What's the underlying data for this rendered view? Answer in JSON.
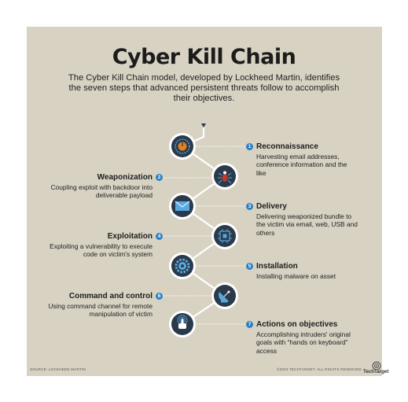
{
  "title": "Cyber Kill Chain",
  "subtitle": "The Cyber Kill Chain model, developed by Lockheed Martin, identifies the seven steps that advanced persistent threats follow to accomplish their objectives.",
  "colors": {
    "panel": "#d8d2c3",
    "badge": "#2a80c8",
    "node_outer": "#ffffff",
    "node_inner": "#2a3a4a",
    "icon": "#5aa8e0"
  },
  "steps": [
    {
      "num": "1",
      "title": "Reconnaissance",
      "desc": "Harvesting email addresses, conference information and the like",
      "icon": "power-target-icon"
    },
    {
      "num": "2",
      "title": "Weaponization",
      "desc": "Coupling exploit with backdoor into deliverable payload",
      "icon": "bug-icon"
    },
    {
      "num": "3",
      "title": "Delivery",
      "desc": "Delivering weaponized bundle to the victim via email, web, USB and others",
      "icon": "envelope-icon"
    },
    {
      "num": "4",
      "title": "Exploitation",
      "desc": "Exploiting a vulnerability to execute code on victim's system",
      "icon": "chip-icon"
    },
    {
      "num": "5",
      "title": "Installation",
      "desc": "Installing malware on asset",
      "icon": "gear-icon"
    },
    {
      "num": "6",
      "title": "Command and control",
      "desc": "Using command channel for remote manipulation of victim",
      "icon": "satellite-dish-icon"
    },
    {
      "num": "7",
      "title": "Actions on objectives",
      "desc": "Accomplishing intruders' original goals with “hands on keyboard” access",
      "icon": "hand-tap-icon"
    }
  ],
  "footer": {
    "source": "SOURCE: LOCKHEED MARTIN",
    "copyright": "©2022 TECHTARGET. ALL RIGHTS RESERVED",
    "brand": "TechTarget"
  }
}
